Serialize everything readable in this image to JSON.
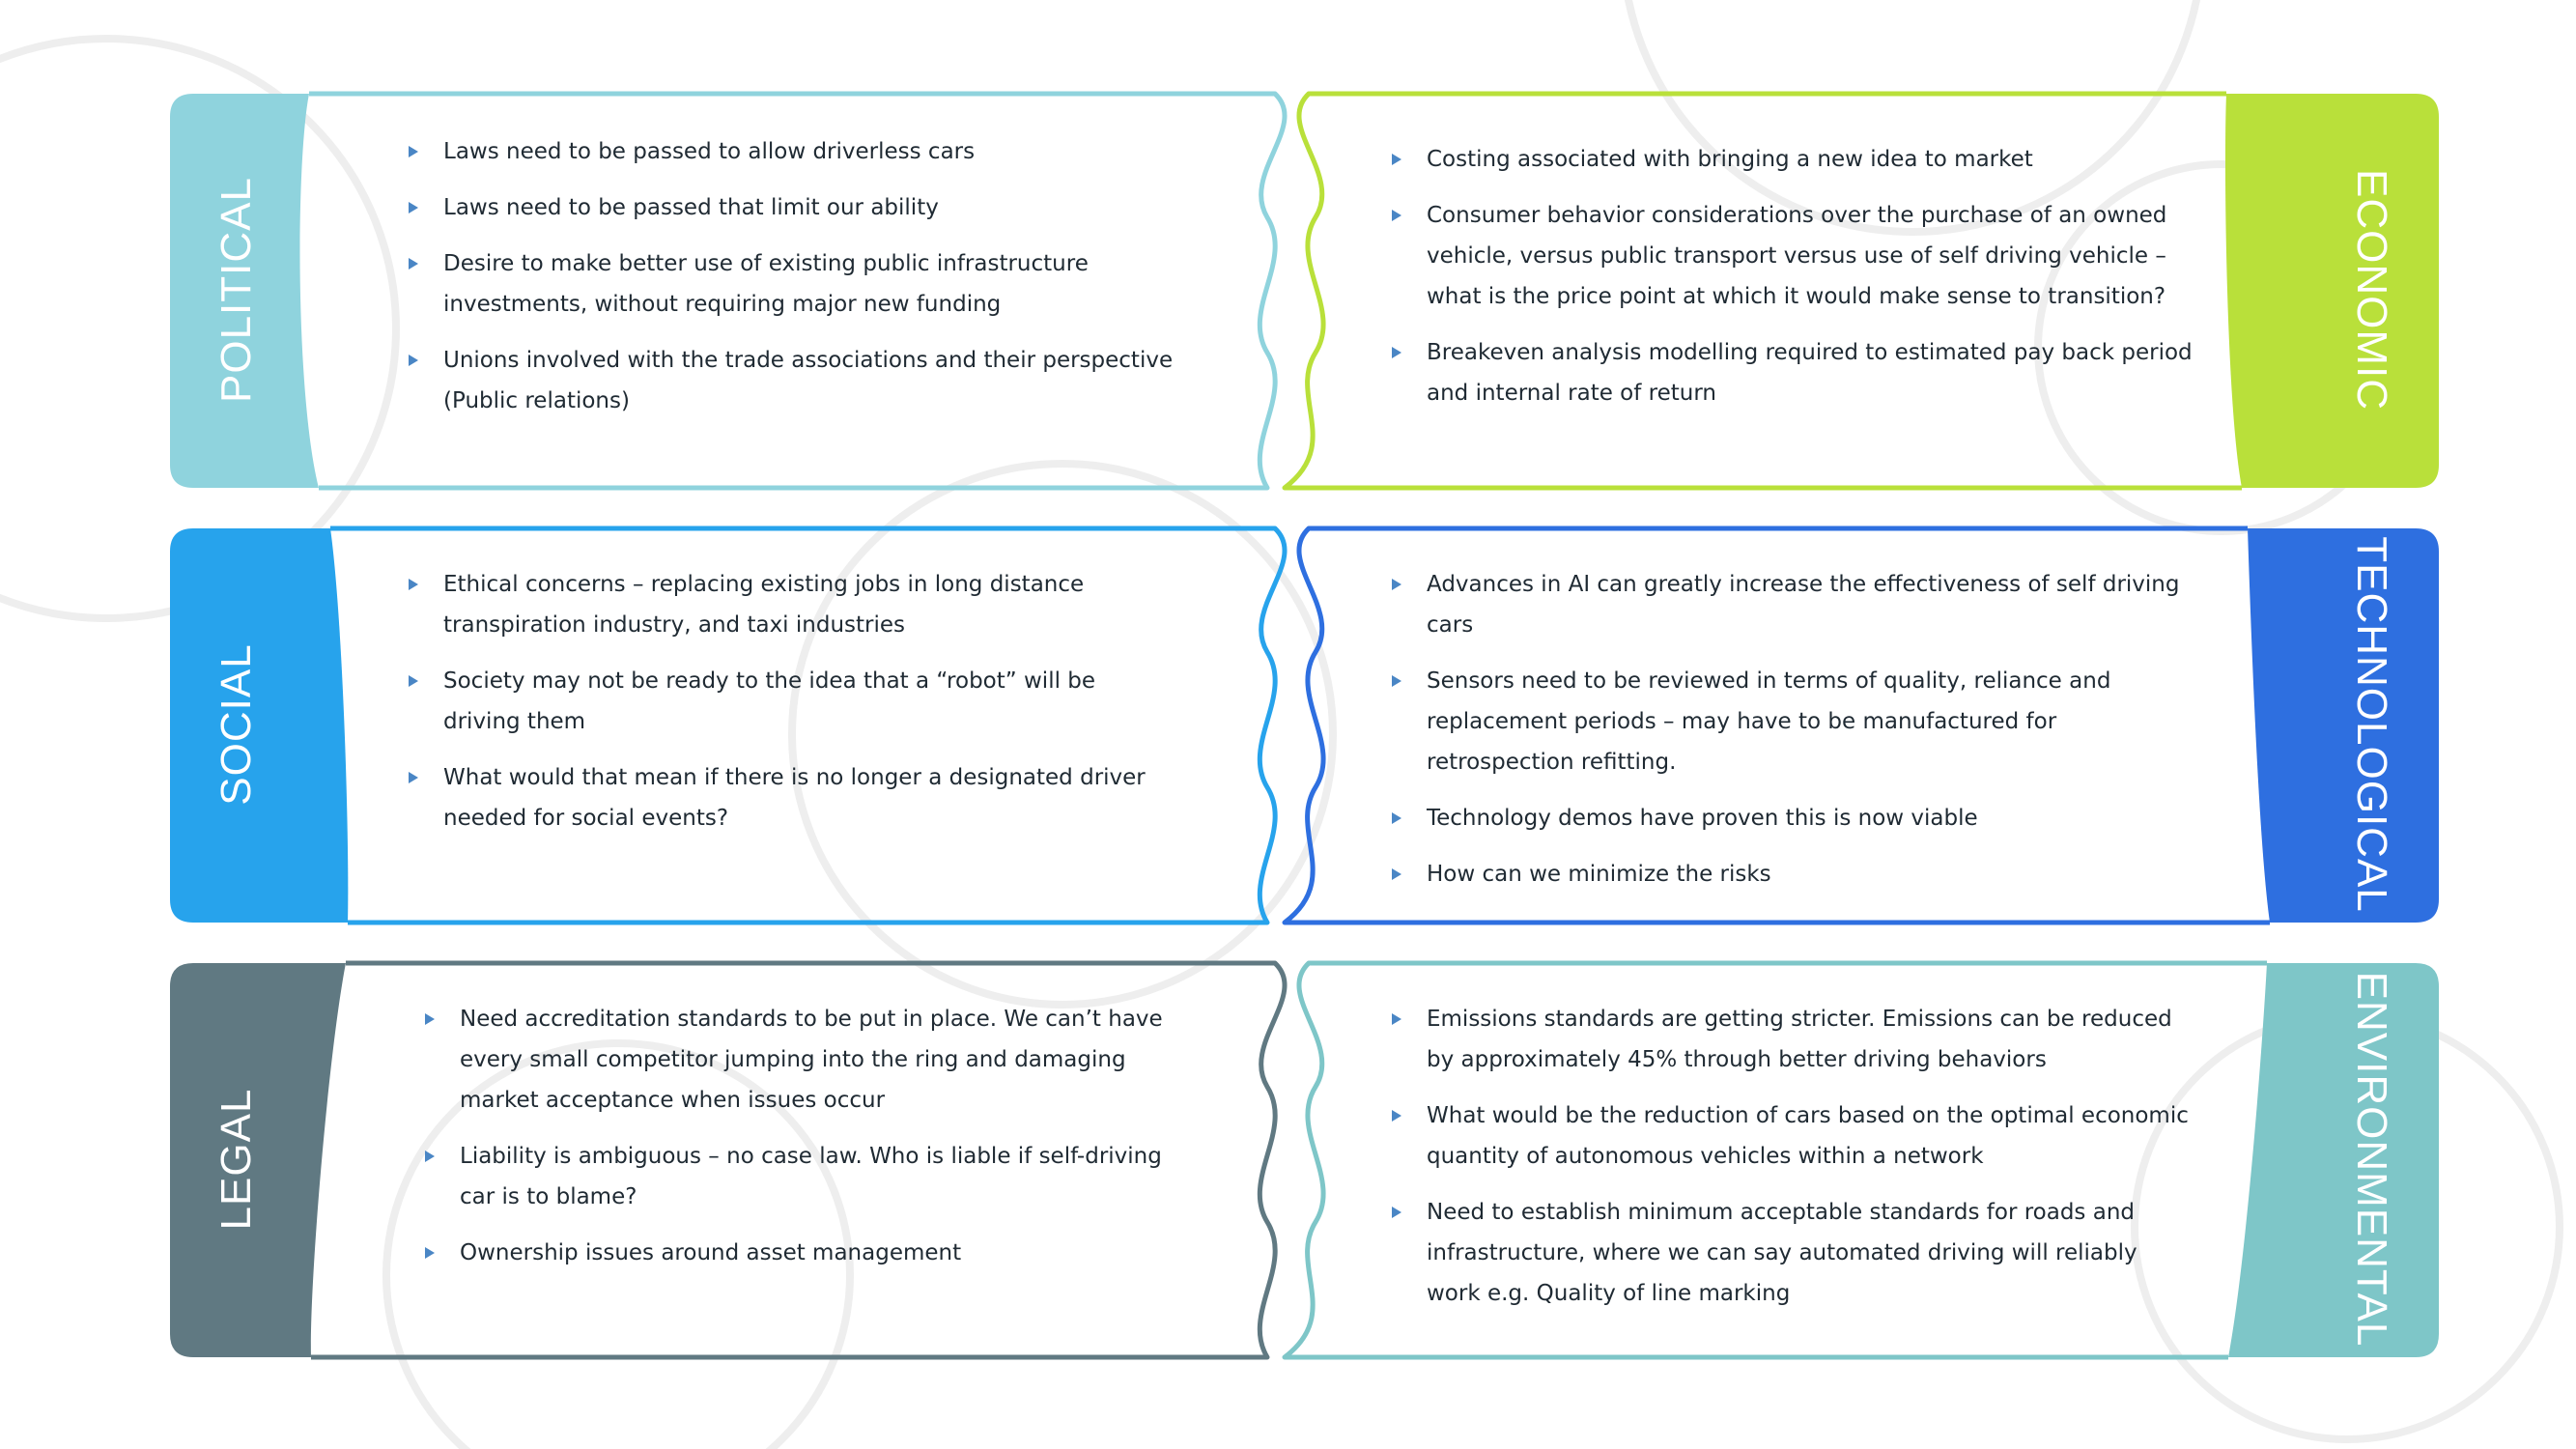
{
  "colors": {
    "political": "#8fd3dd",
    "economic": "#b9e03a",
    "social": "#27a3ec",
    "technological": "#2e6fe0",
    "legal": "#607982",
    "environmental": "#7ec6c8",
    "bullet": "#4a86c5",
    "background_circles": "#eeeeee"
  },
  "panels": [
    {
      "key": "political",
      "label": "POLITICAL",
      "items": [
        "Laws need to be passed to allow driverless cars",
        "Laws need to be passed that limit our ability",
        "Desire to make better use of existing public infrastructure investments, without requiring major new funding",
        "Unions involved with the trade associations and their perspective (Public relations)"
      ]
    },
    {
      "key": "economic",
      "label": "ECONOMIC",
      "items": [
        "Costing associated with bringing a new idea to market",
        "Consumer behavior considerations over the purchase of an owned vehicle, versus public transport versus use of self driving vehicle – what is the price point at which it would make sense to transition?",
        "Breakeven analysis modelling required to estimated pay back period and internal rate of return"
      ]
    },
    {
      "key": "social",
      "label": "SOCIAL",
      "items": [
        "Ethical concerns – replacing existing jobs  in long distance transpiration industry, and taxi industries",
        "Society may not be ready to the idea that a “robot” will be driving them",
        "What would that mean if there is no longer a designated driver needed for social events?"
      ]
    },
    {
      "key": "technological",
      "label": "TECHNOLOGICAL",
      "items": [
        "Advances in AI can greatly increase the effectiveness of self driving cars",
        "Sensors need to be reviewed in terms of quality, reliance and replacement periods – may have to be manufactured for retrospection refitting.",
        "Technology demos have proven this is now viable",
        "How can we minimize the risks"
      ]
    },
    {
      "key": "legal",
      "label": "LEGAL",
      "items": [
        "Need accreditation standards to be put in place. We can’t have every small competitor jumping into the ring and damaging market acceptance when issues occur",
        "Liability is ambiguous – no case law. Who is liable if self-driving car is to blame?",
        "Ownership issues around asset management"
      ]
    },
    {
      "key": "environmental",
      "label": "ENVIRONMENTAL",
      "items": [
        "Emissions standards are getting stricter. Emissions can be reduced by approximately 45% through better driving behaviors",
        "What would be the reduction of cars based on the optimal economic quantity of autonomous vehicles within a network",
        "Need to establish minimum acceptable standards for roads and infrastructure, where we can say automated driving will reliably work e.g. Quality of line marking"
      ]
    }
  ]
}
